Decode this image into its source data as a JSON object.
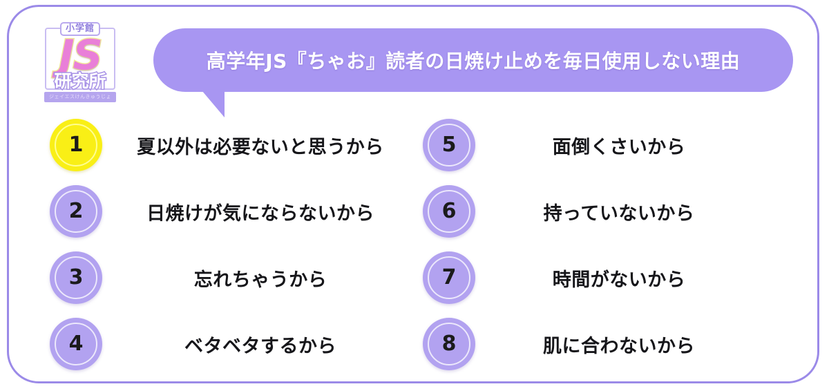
{
  "brand": {
    "publisher": "小学館",
    "mark": "JS",
    "lab": "研究所",
    "ribbon": "ジェイエスけんきゅうじょ"
  },
  "header": {
    "title": "高学年JS『ちゃお』読者の日焼け止めを毎日使用しない理由"
  },
  "colors": {
    "frame_border": "#9b8ae8",
    "bubble": "#a896f2",
    "badge_purple": "#b2a2f0",
    "badge_highlight": "#f9ef16",
    "title_text": "#ffffff",
    "label_text": "#16161a"
  },
  "reasons": {
    "left_column": [
      {
        "rank": "1",
        "label": "夏以外は必要ないと思うから",
        "highlight": true
      },
      {
        "rank": "2",
        "label": "日焼けが気にならないから",
        "highlight": false
      },
      {
        "rank": "3",
        "label": "忘れちゃうから",
        "highlight": false
      },
      {
        "rank": "4",
        "label": "ベタベタするから",
        "highlight": false
      }
    ],
    "right_column": [
      {
        "rank": "5",
        "label": "面倒くさいから",
        "highlight": false
      },
      {
        "rank": "6",
        "label": "持っていないから",
        "highlight": false
      },
      {
        "rank": "7",
        "label": "時間がないから",
        "highlight": false
      },
      {
        "rank": "8",
        "label": "肌に合わないから",
        "highlight": false
      }
    ]
  }
}
